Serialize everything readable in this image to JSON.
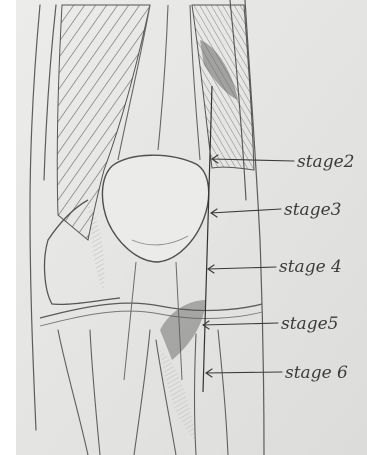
{
  "diagram": {
    "subject": "pencil sketch of knee anatomy with stage markers",
    "labels": [
      {
        "id": "stage2",
        "text": "stage2"
      },
      {
        "id": "stage3",
        "text": "stage3"
      },
      {
        "id": "stage4",
        "text": "stage 4"
      },
      {
        "id": "stage5",
        "text": "stage5"
      },
      {
        "id": "stage6",
        "text": "stage 6"
      }
    ],
    "colors": {
      "paper": "#e6e6e4",
      "pencil": "#555555",
      "pencil_light": "#8a8a8a",
      "shading": "#6e6e6e"
    }
  }
}
